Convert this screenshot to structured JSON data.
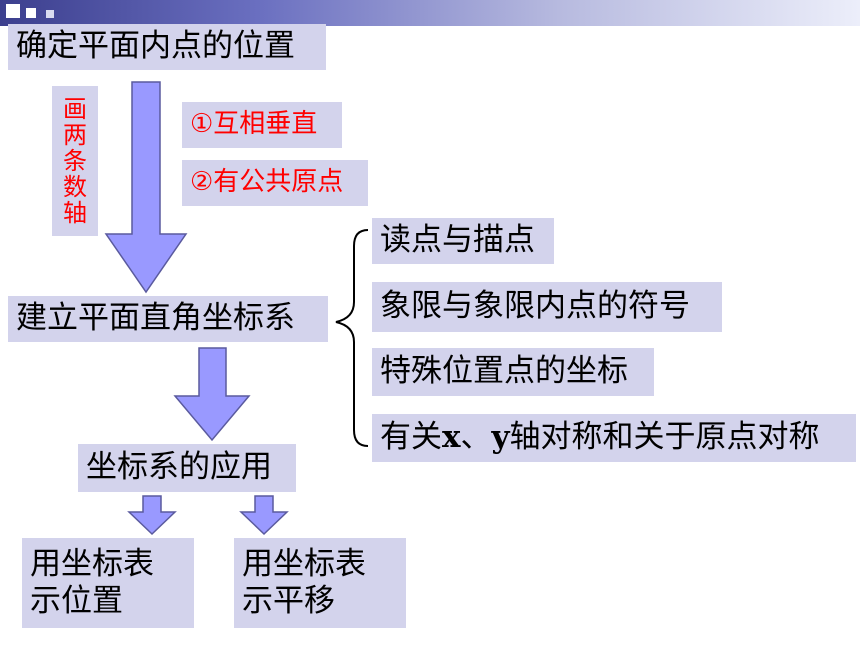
{
  "nodes": {
    "top": "确定平面内点的位置",
    "draw_axes": "画两条数轴",
    "cond1": "①互相垂直",
    "cond2": "②有公共原点",
    "system": "建立平面直角坐标系",
    "branch1": "读点与描点",
    "branch2": "象限与象限内点的符号",
    "branch3": "特殊位置点的坐标",
    "branch4_pre": "有关",
    "branch4_x": "x",
    "branch4_sep": "、",
    "branch4_y": "y",
    "branch4_post": "轴对称和关于原点对称",
    "application": "坐标系的应用",
    "use1_line1": "用坐标表",
    "use1_line2": "示位置",
    "use2_line1": "用坐标表",
    "use2_line2": "示平移"
  },
  "colors": {
    "box_fill": "#d3d3ec",
    "arrow_fill": "#9999ff",
    "arrow_stroke": "#5a5a9e",
    "highlight_text": "#ff0000"
  }
}
